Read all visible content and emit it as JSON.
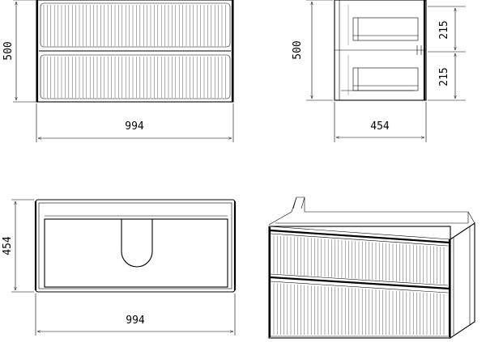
{
  "dimensions": {
    "front_width": "994",
    "front_height": "500",
    "side_depth": "454",
    "side_height": "500",
    "side_drawer_top": "215",
    "side_drawer_bottom": "215",
    "top_depth": "454",
    "top_width": "994"
  }
}
